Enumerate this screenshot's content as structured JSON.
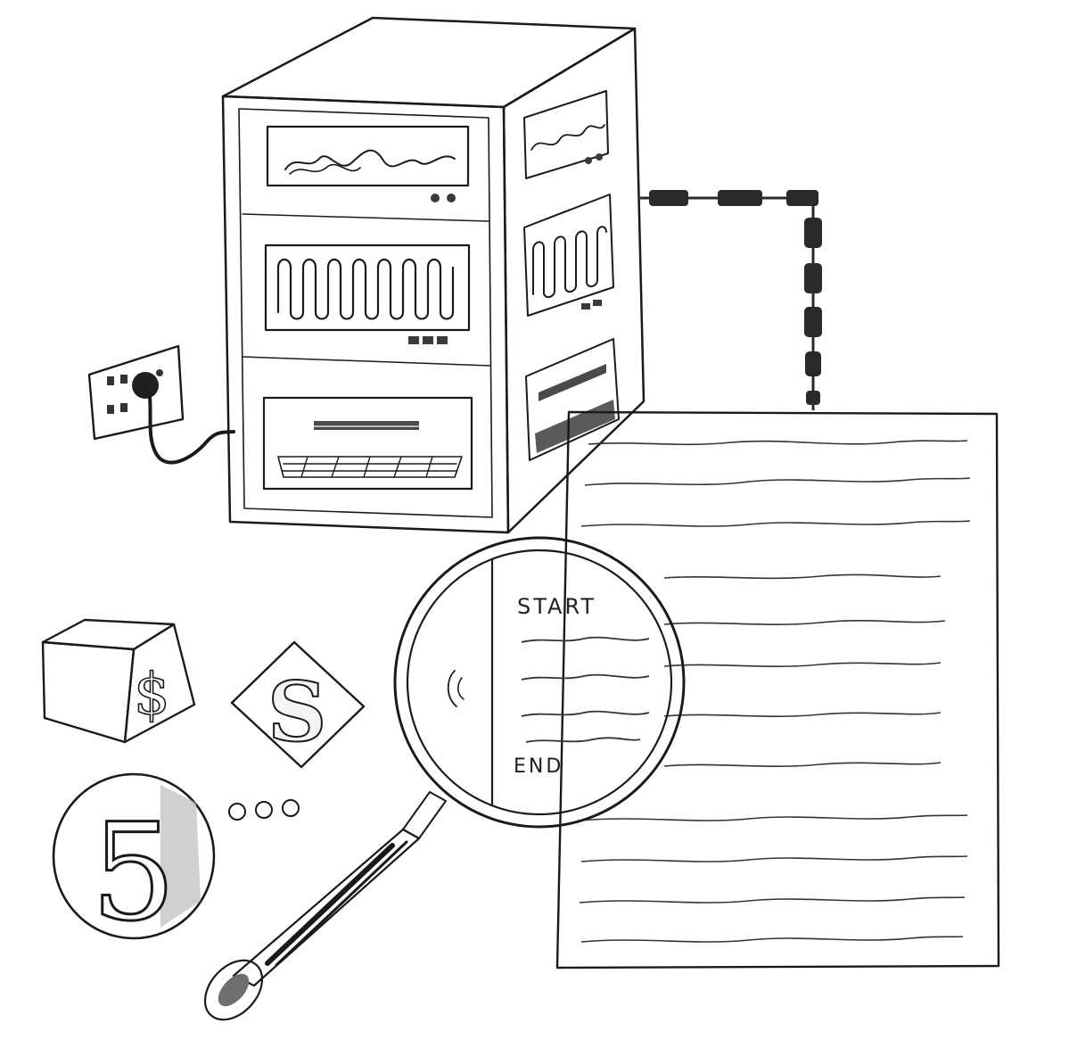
{
  "scene": {
    "title": "",
    "magnifier_lens_text": {
      "start": "START",
      "end": "END"
    },
    "token_symbols": {
      "cube_face": "$",
      "tile": "S",
      "coin": "5"
    },
    "palette": {
      "ink": "#1a1a1a",
      "paper": "#ffffff",
      "shade_dark": "#6e6e6e",
      "shade_mid": "#9a9a9a",
      "shade_light": "#c8c8c8",
      "cable": "#2a2a2a"
    },
    "objects": [
      "server-tower",
      "wall-power-outlet",
      "power-cable",
      "network-cable",
      "document-page",
      "magnifying-glass",
      "dollar-cube",
      "s-tile",
      "five-coin",
      "ellipsis-dots"
    ]
  }
}
